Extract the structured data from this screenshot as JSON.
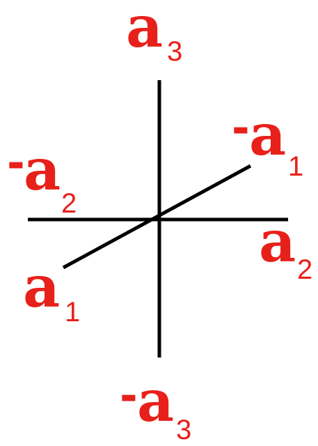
{
  "colors": {
    "axis": "#000000",
    "label": "#e8201a",
    "background": "#ffffff"
  },
  "axes": [
    {
      "id": "vertical",
      "positive_label": {
        "prefix": "",
        "letter": "a",
        "subscript": "3"
      },
      "negative_label": {
        "prefix": "-",
        "letter": "a",
        "subscript": "3"
      }
    },
    {
      "id": "horizontal",
      "positive_label": {
        "prefix": "",
        "letter": "a",
        "subscript": "2"
      },
      "negative_label": {
        "prefix": "-",
        "letter": "a",
        "subscript": "2"
      }
    },
    {
      "id": "oblique",
      "positive_label": {
        "prefix": "",
        "letter": "a",
        "subscript": "1"
      },
      "negative_label": {
        "prefix": "-",
        "letter": "a",
        "subscript": "1"
      }
    }
  ]
}
